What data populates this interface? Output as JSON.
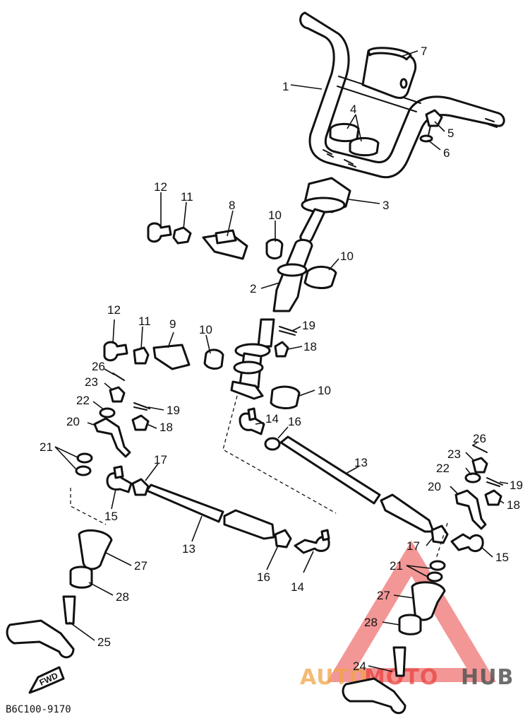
{
  "diagram_code": "B6C100-9170",
  "fwd_label": "FWD",
  "callouts": {
    "c1": "1",
    "c2": "2",
    "c3": "3",
    "c4": "4",
    "c5": "5",
    "c6": "6",
    "c7": "7",
    "c8": "8",
    "c9": "9",
    "c10a": "10",
    "c10b": "10",
    "c10c": "10",
    "c10d": "10",
    "c11a": "11",
    "c11b": "11",
    "c12a": "12",
    "c12b": "12",
    "c13a": "13",
    "c13b": "13",
    "c14a": "14",
    "c14b": "14",
    "c15a": "15",
    "c15b": "15",
    "c16a": "16",
    "c16b": "16",
    "c17a": "17",
    "c17b": "17",
    "c18a": "18",
    "c18b": "18",
    "c18c": "18",
    "c19a": "19",
    "c19b": "19",
    "c19c": "19",
    "c20a": "20",
    "c20b": "20",
    "c21a": "21",
    "c21b": "21",
    "c22a": "22",
    "c22b": "22",
    "c23a": "23",
    "c23b": "23",
    "c24": "24",
    "c25": "25",
    "c26a": "26",
    "c26b": "26",
    "c27a": "27",
    "c27b": "27",
    "c28a": "28",
    "c28b": "28"
  },
  "watermark": {
    "auto": "AUTO",
    "moto": "MOTO",
    "hub": "HUB"
  },
  "colors": {
    "ink": "#111111",
    "watermark_red": "#e8423f",
    "watermark_orange": "#f0a347",
    "watermark_gray": "#555555"
  }
}
